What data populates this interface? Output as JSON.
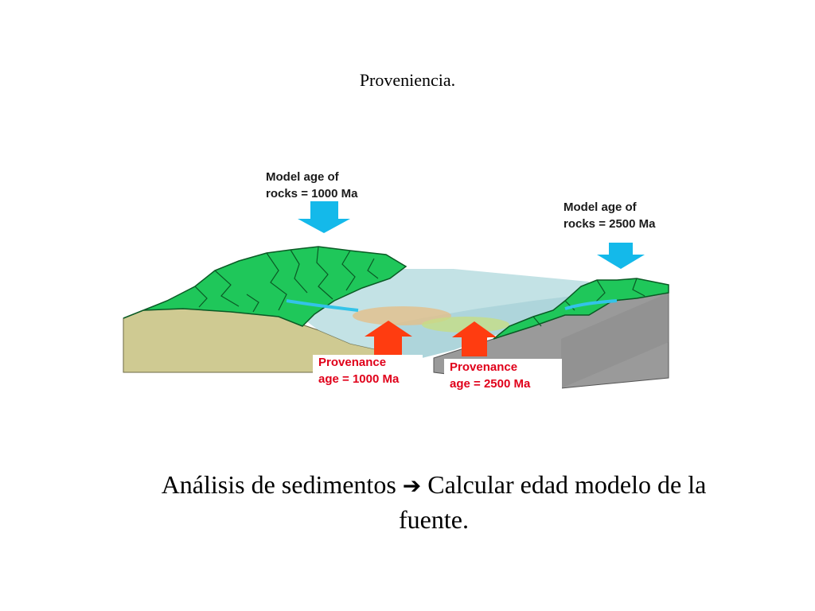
{
  "slide": {
    "title": "Proveniencia."
  },
  "diagram": {
    "model_age_left": [
      "Model age of",
      "rocks = 1000 Ma"
    ],
    "model_age_right": [
      "Model age of",
      "rocks = 2500 Ma"
    ],
    "provenance_left": [
      "Provenance",
      "age = 1000 Ma"
    ],
    "provenance_right": [
      "Provenance",
      "age = 2500 Ma"
    ],
    "colors": {
      "terrain_green": "#1fc75a",
      "terrain_edge": "#0a5a25",
      "sediment": "#cfca92",
      "grey_block": "#9a9a9a",
      "water": "#b8dde0",
      "river": "#33c3e8",
      "blue_arrow": "#14b9ea",
      "red_arrow": "#ff3c10",
      "red_text": "#e0001a"
    }
  },
  "caption": {
    "part1": "Análisis de sedimentos",
    "arrow": "➔",
    "part2": "Calcular edad modelo de la",
    "line2": "fuente."
  }
}
